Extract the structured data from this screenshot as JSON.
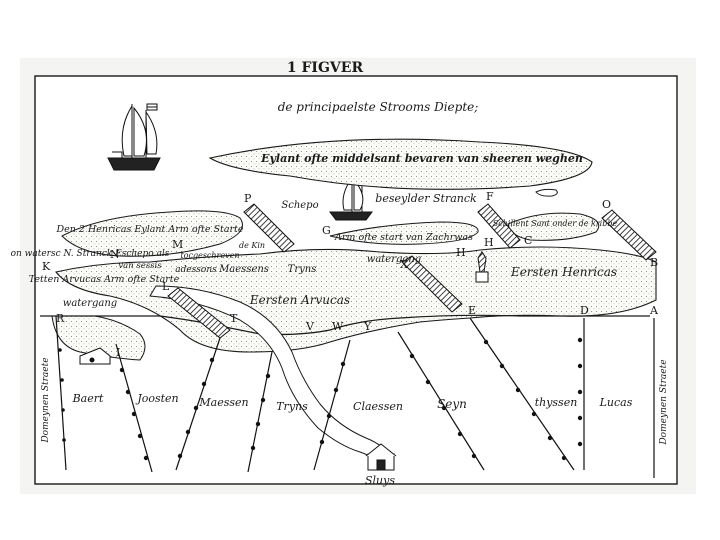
{
  "figure": {
    "title": "1 FIGVER",
    "heading": "de principaelste Strooms Diepte;"
  },
  "banks": {
    "island": "Eylant ofte middelsant bevaren van sheeren weghen",
    "schepo": "Schepo",
    "beseylder": "beseylder Stranck",
    "armstart": "Arm ofte start van Zachrwas",
    "schillent": "Schillent Sant onder de kribbe",
    "watergang_mid": "watergang",
    "eersten_right": "Eersten Henricas",
    "den_henricas": "Den 2 Henricas Eylant Arm ofte Starte",
    "on_watersc": "on watersc N. Stranck Eschepo als",
    "van_sessis": "van sessis",
    "tocgeschreven": "tocgeschreven",
    "de_kin": "de Kin",
    "tetten": "Tetten Arvucas Arm ofte Starte",
    "watergang_left": "watergang",
    "adessons": "adessons",
    "maessens": "Maessens",
    "tryns_top": "Tryns",
    "eersten_left": "Eersten Arvucas"
  },
  "fields": {
    "baert": "Baert",
    "joosten": "Joosten",
    "maessen": "Maessen",
    "tryns": "Tryns",
    "claessen": "Claessen",
    "seyn": "Seyn",
    "thyssen": "thyssen",
    "lucas": "Lucas",
    "domeynen_left": "Domeynen Straete",
    "domeynen_right": "Domeynen Straete",
    "sluys": "Sluys"
  },
  "letters": {
    "A": "A",
    "B": "B",
    "C": "C",
    "D": "D",
    "E": "E",
    "F": "F",
    "G": "G",
    "H": "H",
    "H2": "H",
    "I": "I",
    "K": "K",
    "L": "L",
    "M": "M",
    "N": "N",
    "O": "O",
    "P": "P",
    "R": "R",
    "T": "T",
    "V": "V",
    "W": "W",
    "X": "X",
    "Y": "Y"
  },
  "colors": {
    "ink": "#1a1a1a",
    "paper": "#f4f4f2",
    "sand": "#fbfbf8"
  }
}
